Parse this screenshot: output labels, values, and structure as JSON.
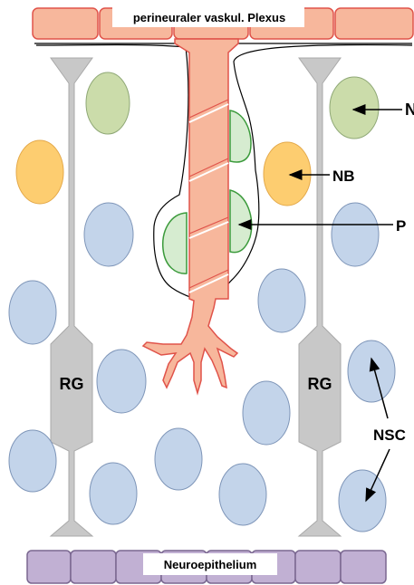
{
  "top_label": "perineuraler vaskul. Plexus",
  "bottom_label": "Neuroepithelium",
  "cell_labels": {
    "radial_glia_left": "RG",
    "radial_glia_right": "RG"
  },
  "annotations": {
    "neuron": "N",
    "neuroblast": "NB",
    "pericyte": "P",
    "neural_stem_cell": "NSC"
  },
  "colors": {
    "plexus_fill": "#f7b79c",
    "plexus_stroke": "#e0534a",
    "neuroepithelium_fill": "#c1b0d3",
    "neuroepithelium_stroke": "#7a6790",
    "radial_glia": "#c8c8c8",
    "neuron": "#cbdcaa",
    "neuroblast": "#fdcd70",
    "stem_cell": "#c3d4ea",
    "pericyte": "#d6ecd0",
    "vessel": "#f7b79c"
  }
}
